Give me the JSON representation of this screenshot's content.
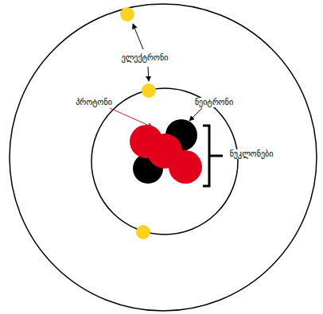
{
  "diagram": {
    "labels": [
      "ელექტრონი",
      "პროტონი",
      "ნეიტრონი",
      "ნუკლონები"
    ]
  }
}
